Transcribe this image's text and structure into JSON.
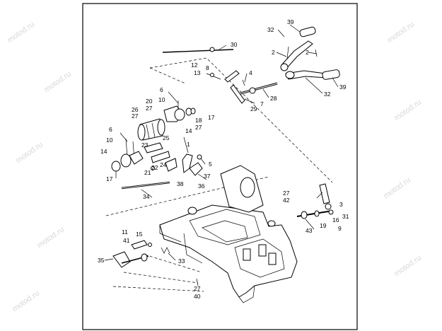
{
  "watermark": "motod.ru",
  "callouts": [
    "39",
    "32",
    "30",
    "2",
    "2",
    "12",
    "8",
    "13",
    "4",
    "28",
    "7",
    "29",
    "32",
    "39",
    "6",
    "10",
    "20",
    "27",
    "26",
    "27",
    "18",
    "27",
    "17",
    "14",
    "6",
    "25",
    "1",
    "10",
    "23",
    "5",
    "14",
    "22",
    "24",
    "21",
    "17",
    "37",
    "38",
    "36",
    "34",
    "27",
    "42",
    "3",
    "31",
    "16",
    "19",
    "43",
    "9",
    "11",
    "15",
    "41",
    "35",
    "33",
    "27",
    "40"
  ]
}
